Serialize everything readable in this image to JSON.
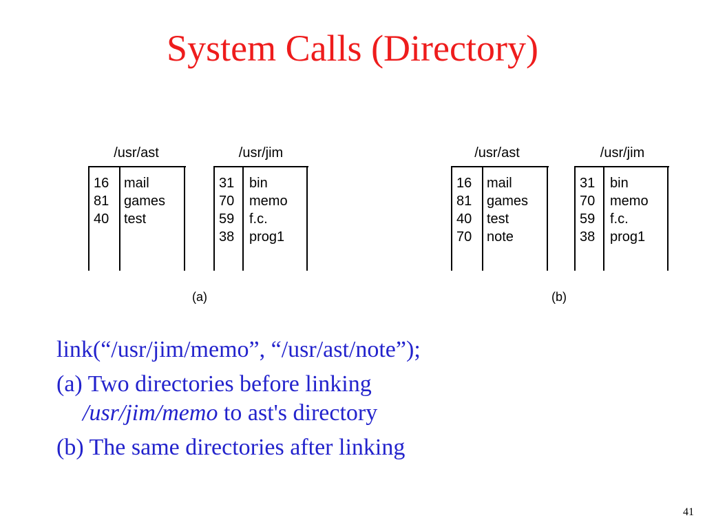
{
  "slide": {
    "title": "System Calls (Directory)",
    "title_color": "#ee1c1c",
    "body_color": "#2323cc",
    "page_number": "41"
  },
  "figure_a": {
    "caption": "(a)",
    "dir1": {
      "label": "/usr/ast",
      "inodes": [
        "16",
        "81",
        "40"
      ],
      "names": [
        "mail",
        "games",
        "test"
      ]
    },
    "dir2": {
      "label": "/usr/jim",
      "inodes": [
        "31",
        "70",
        "59",
        "38"
      ],
      "names": [
        "bin",
        "memo",
        "f.c.",
        "prog1"
      ]
    }
  },
  "figure_b": {
    "caption": "(b)",
    "dir1": {
      "label": "/usr/ast",
      "inodes": [
        "16",
        "81",
        "40",
        "70"
      ],
      "names": [
        "mail",
        "games",
        "test",
        "note"
      ]
    },
    "dir2": {
      "label": "/usr/jim",
      "inodes": [
        "31",
        "70",
        "59",
        "38"
      ],
      "names": [
        "bin",
        "memo",
        "f.c.",
        "prog1"
      ]
    }
  },
  "bullets": {
    "line1": "link(“/usr/jim/memo”, “/usr/ast/note”);",
    "line2": "(a) Two directories before linking",
    "line3_italic": "/usr/jim/memo",
    "line3_rest": " to ast's directory",
    "line4": "(b) The same directories after linking"
  }
}
